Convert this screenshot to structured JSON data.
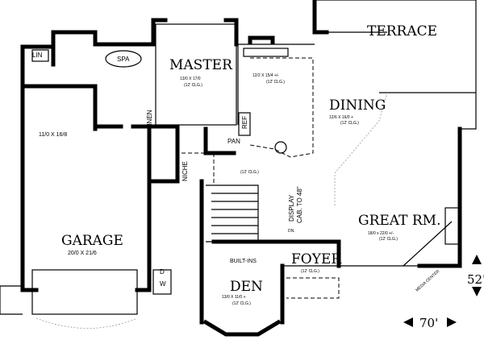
{
  "rooms": {
    "terrace": {
      "name": "TERRACE"
    },
    "master": {
      "name": "MASTER",
      "size": "13/0 X 17/0",
      "ceiling": "(12' CLG.)"
    },
    "kitchen": {
      "size": "12/2 X 15/4 +/-",
      "ceiling": "(12' CLG.)"
    },
    "dining": {
      "name": "DINING",
      "size": "12/6 X 16/0 +",
      "ceiling": "(12' CLG.)"
    },
    "bonus": {
      "size": "11/0 X 16/8"
    },
    "hall": {
      "ceiling": "(12' CLG.)"
    },
    "great_room": {
      "name": "GREAT RM.",
      "size": "18/0 x 22/0 +/-",
      "ceiling": "(12' CLG.)"
    },
    "garage": {
      "name": "GARAGE",
      "size": "20/0 X 21/6"
    },
    "foyer": {
      "name": "FOYER",
      "ceiling": "(12' CLG.)"
    },
    "den": {
      "name": "DEN",
      "size": "13/0 X 11/0 +",
      "ceiling": "(12' CLG.)"
    }
  },
  "labels": {
    "lin": "LIN",
    "spa": "SPA",
    "linen": "LINEN",
    "ref": "REF",
    "pan": "PAN",
    "niche": "NICHE",
    "display_1": "DISPLAY",
    "display_2": "CAB. TO 48\"",
    "dn": "DN.",
    "media_center": "MEDIA CENTER",
    "built_ins": "BUILT-INS",
    "washer": "W",
    "dryer": "D"
  },
  "dimensions": {
    "depth": "52'",
    "width": "70'"
  }
}
